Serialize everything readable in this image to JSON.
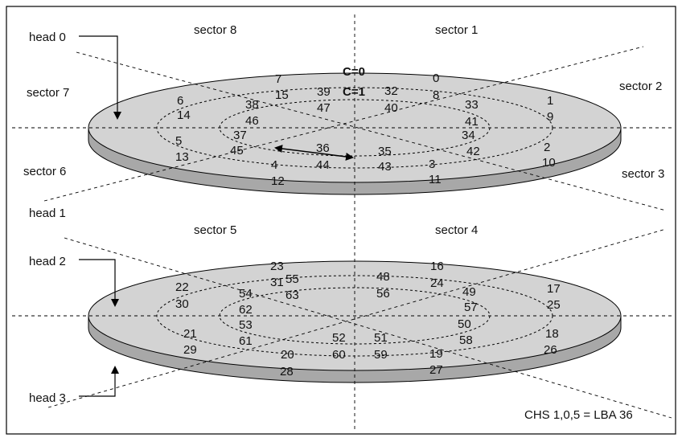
{
  "labels": {
    "head0": "head 0",
    "head1": "head 1",
    "head2": "head 2",
    "head3": "head 3",
    "sector1": "sector 1",
    "sector2": "sector 2",
    "sector3": "sector 3",
    "sector4": "sector 4",
    "sector5": "sector 5",
    "sector6": "sector 6",
    "sector7": "sector 7",
    "sector8": "sector 8",
    "c0": "C=0",
    "c1": "C=1",
    "caption": "CHS 1,0,5 = LBA 36"
  },
  "top_platter": {
    "outer_ring": [
      "0",
      "1",
      "2",
      "3",
      "4",
      "5",
      "6",
      "7"
    ],
    "outer_ring_2": [
      "8",
      "9",
      "10",
      "11",
      "12",
      "13",
      "14",
      "15"
    ],
    "inner_ring": [
      "32",
      "33",
      "34",
      "35",
      "36",
      "37",
      "38",
      "39"
    ],
    "inner_ring_2": [
      "40",
      "41",
      "42",
      "43",
      "44",
      "45",
      "46",
      "47"
    ]
  },
  "bottom_platter": {
    "outer_ring": [
      "16",
      "17",
      "18",
      "19",
      "20",
      "21",
      "22",
      "23"
    ],
    "outer_ring_2": [
      "24",
      "25",
      "26",
      "27",
      "28",
      "29",
      "30",
      "31"
    ],
    "inner_ring": [
      "48",
      "49",
      "50",
      "51",
      "52",
      "53",
      "54",
      "55"
    ],
    "inner_ring_2": [
      "56",
      "57",
      "58",
      "59",
      "60",
      "61",
      "62",
      "63"
    ]
  },
  "colors": {
    "platter": "#d3d3d3",
    "platter_edge": "#a8a8a8",
    "line": "#000000"
  }
}
